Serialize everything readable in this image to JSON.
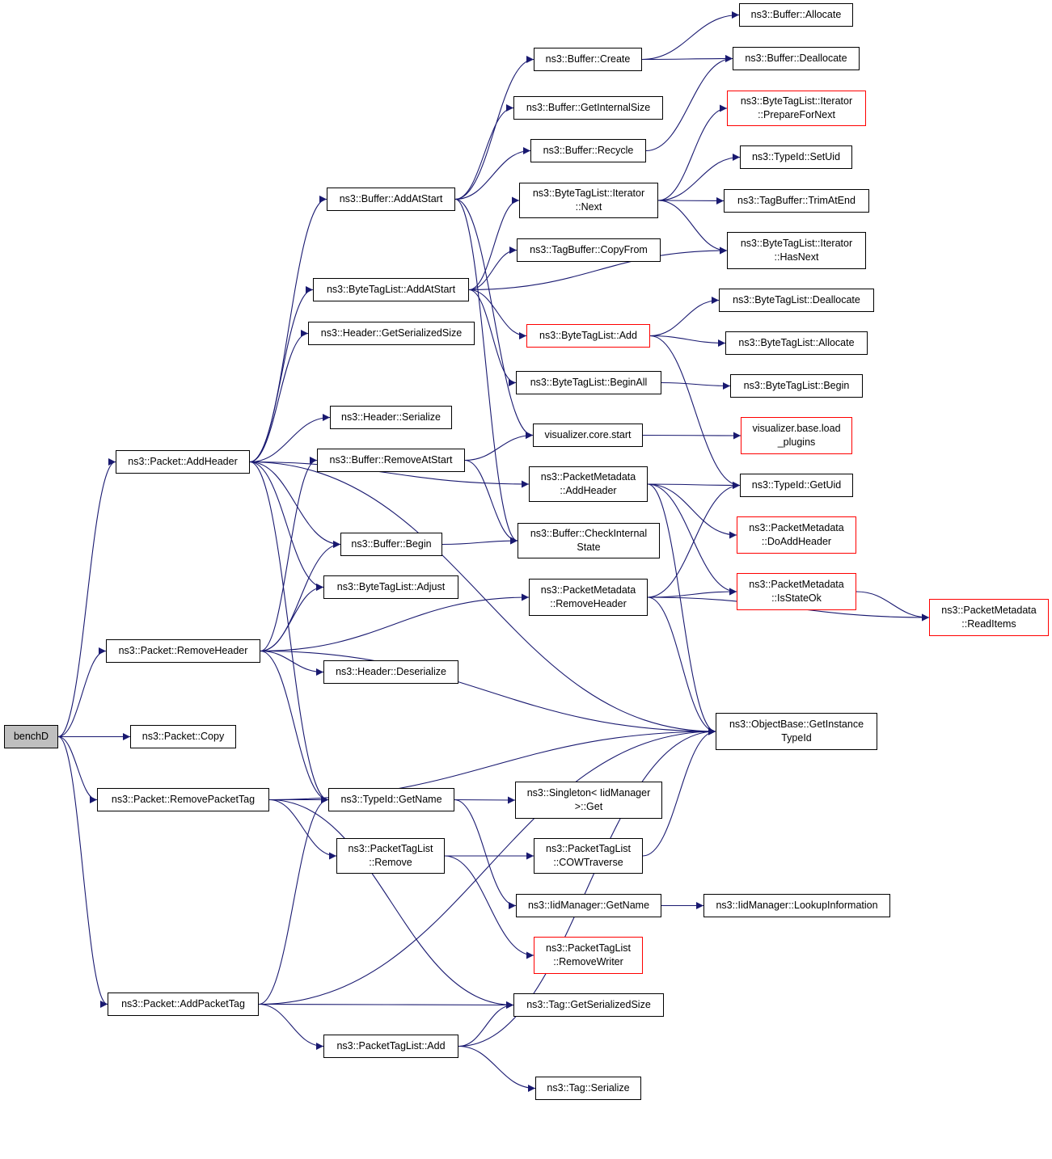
{
  "colors": {
    "edge": "#191970",
    "node_border": "#000000",
    "highlight_border": "#ff0000",
    "root_fill": "#bfbfbf"
  },
  "nodes": {
    "benchD": {
      "lines": [
        "benchD"
      ]
    },
    "addHeader": {
      "lines": [
        "ns3::Packet::AddHeader"
      ]
    },
    "removeHeader": {
      "lines": [
        "ns3::Packet::RemoveHeader"
      ]
    },
    "copy": {
      "lines": [
        "ns3::Packet::Copy"
      ]
    },
    "removePacketTag": {
      "lines": [
        "ns3::Packet::RemovePacketTag"
      ]
    },
    "addPacketTag": {
      "lines": [
        "ns3::Packet::AddPacketTag"
      ]
    },
    "bufAddAtStart": {
      "lines": [
        "ns3::Buffer::AddAtStart"
      ]
    },
    "btlAddAtStart": {
      "lines": [
        "ns3::ByteTagList::AddAtStart"
      ]
    },
    "hdrGetSerSize": {
      "lines": [
        "ns3::Header::GetSerializedSize"
      ]
    },
    "hdrSerialize": {
      "lines": [
        "ns3::Header::Serialize"
      ]
    },
    "bufRemoveAtStart": {
      "lines": [
        "ns3::Buffer::RemoveAtStart"
      ]
    },
    "bufBegin": {
      "lines": [
        "ns3::Buffer::Begin"
      ]
    },
    "btlAdjust": {
      "lines": [
        "ns3::ByteTagList::Adjust"
      ]
    },
    "hdrDeserialize": {
      "lines": [
        "ns3::Header::Deserialize"
      ]
    },
    "tidGetName": {
      "lines": [
        "ns3::TypeId::GetName"
      ]
    },
    "ptlRemove": {
      "lines": [
        "ns3::PacketTagList",
        "::Remove"
      ]
    },
    "ptlAdd": {
      "lines": [
        "ns3::PacketTagList::Add"
      ]
    },
    "bufCreate": {
      "lines": [
        "ns3::Buffer::Create"
      ]
    },
    "bufGetInternalSize": {
      "lines": [
        "ns3::Buffer::GetInternalSize"
      ]
    },
    "bufRecycle": {
      "lines": [
        "ns3::Buffer::Recycle"
      ]
    },
    "btlIterNext": {
      "lines": [
        "ns3::ByteTagList::Iterator",
        "::Next"
      ]
    },
    "tbCopyFrom": {
      "lines": [
        "ns3::TagBuffer::CopyFrom"
      ]
    },
    "btlAdd": {
      "lines": [
        "ns3::ByteTagList::Add"
      ]
    },
    "btlBeginAll": {
      "lines": [
        "ns3::ByteTagList::BeginAll"
      ]
    },
    "vizCoreStart": {
      "lines": [
        "visualizer.core.start"
      ]
    },
    "pmAddHeader": {
      "lines": [
        "ns3::PacketMetadata",
        "::AddHeader"
      ]
    },
    "bufCheckInternalState": {
      "lines": [
        "ns3::Buffer::CheckInternal",
        "State"
      ]
    },
    "pmRemoveHeader": {
      "lines": [
        "ns3::PacketMetadata",
        "::RemoveHeader"
      ]
    },
    "singletonGet": {
      "lines": [
        "ns3::Singleton< IidManager",
        ">::Get"
      ]
    },
    "ptlCOWTraverse": {
      "lines": [
        "ns3::PacketTagList",
        "::COWTraverse"
      ]
    },
    "iidGetName": {
      "lines": [
        "ns3::IidManager::GetName"
      ]
    },
    "ptlRemoveWriter": {
      "lines": [
        "ns3::PacketTagList",
        "::RemoveWriter"
      ]
    },
    "tagGetSerSize": {
      "lines": [
        "ns3::Tag::GetSerializedSize"
      ]
    },
    "tagSerialize": {
      "lines": [
        "ns3::Tag::Serialize"
      ]
    },
    "bufAllocate": {
      "lines": [
        "ns3::Buffer::Allocate"
      ]
    },
    "bufDeallocate": {
      "lines": [
        "ns3::Buffer::Deallocate"
      ]
    },
    "btlIterPrepare": {
      "lines": [
        "ns3::ByteTagList::Iterator",
        "::PrepareForNext"
      ]
    },
    "tidSetUid": {
      "lines": [
        "ns3::TypeId::SetUid"
      ]
    },
    "tbTrimAtEnd": {
      "lines": [
        "ns3::TagBuffer::TrimAtEnd"
      ]
    },
    "btlIterHasNext": {
      "lines": [
        "ns3::ByteTagList::Iterator",
        "::HasNext"
      ]
    },
    "btlDeallocate": {
      "lines": [
        "ns3::ByteTagList::Deallocate"
      ]
    },
    "btlAllocate": {
      "lines": [
        "ns3::ByteTagList::Allocate"
      ]
    },
    "btlBegin": {
      "lines": [
        "ns3::ByteTagList::Begin"
      ]
    },
    "vizBaseLoad": {
      "lines": [
        "visualizer.base.load",
        "_plugins"
      ]
    },
    "tidGetUid": {
      "lines": [
        "ns3::TypeId::GetUid"
      ]
    },
    "pmDoAddHeader": {
      "lines": [
        "ns3::PacketMetadata",
        "::DoAddHeader"
      ]
    },
    "pmIsStateOk": {
      "lines": [
        "ns3::PacketMetadata",
        "::IsStateOk"
      ]
    },
    "pmReadItems": {
      "lines": [
        "ns3::PacketMetadata",
        "::ReadItems"
      ]
    },
    "obGetInstanceTypeId": {
      "lines": [
        "ns3::ObjectBase::GetInstance",
        "TypeId"
      ]
    },
    "iidLookupInformation": {
      "lines": [
        "ns3::IidManager::LookupInformation"
      ]
    }
  },
  "edges": [
    [
      "benchD",
      "addHeader"
    ],
    [
      "benchD",
      "removeHeader"
    ],
    [
      "benchD",
      "copy"
    ],
    [
      "benchD",
      "removePacketTag"
    ],
    [
      "benchD",
      "addPacketTag"
    ],
    [
      "addHeader",
      "bufAddAtStart"
    ],
    [
      "addHeader",
      "btlAddAtStart"
    ],
    [
      "addHeader",
      "hdrGetSerSize"
    ],
    [
      "addHeader",
      "hdrSerialize"
    ],
    [
      "addHeader",
      "pmAddHeader"
    ],
    [
      "addHeader",
      "bufBegin"
    ],
    [
      "addHeader",
      "btlAdjust"
    ],
    [
      "addHeader",
      "tidGetName"
    ],
    [
      "addHeader",
      "obGetInstanceTypeId"
    ],
    [
      "removeHeader",
      "bufRemoveAtStart"
    ],
    [
      "removeHeader",
      "bufBegin"
    ],
    [
      "removeHeader",
      "btlAdjust"
    ],
    [
      "removeHeader",
      "pmRemoveHeader"
    ],
    [
      "removeHeader",
      "hdrDeserialize"
    ],
    [
      "removeHeader",
      "obGetInstanceTypeId"
    ],
    [
      "removeHeader",
      "tidGetName"
    ],
    [
      "removePacketTag",
      "obGetInstanceTypeId"
    ],
    [
      "removePacketTag",
      "tidGetName"
    ],
    [
      "removePacketTag",
      "ptlRemove"
    ],
    [
      "removePacketTag",
      "tagGetSerSize"
    ],
    [
      "addPacketTag",
      "tidGetName"
    ],
    [
      "addPacketTag",
      "tagGetSerSize"
    ],
    [
      "addPacketTag",
      "ptlAdd"
    ],
    [
      "addPacketTag",
      "obGetInstanceTypeId"
    ],
    [
      "bufAddAtStart",
      "bufCreate"
    ],
    [
      "bufAddAtStart",
      "bufGetInternalSize"
    ],
    [
      "bufAddAtStart",
      "bufRecycle"
    ],
    [
      "bufAddAtStart",
      "vizCoreStart"
    ],
    [
      "bufAddAtStart",
      "bufCheckInternalState"
    ],
    [
      "bufCreate",
      "bufAllocate"
    ],
    [
      "bufCreate",
      "bufDeallocate"
    ],
    [
      "bufRecycle",
      "bufDeallocate"
    ],
    [
      "btlAddAtStart",
      "btlIterNext"
    ],
    [
      "btlAddAtStart",
      "tbCopyFrom"
    ],
    [
      "btlAddAtStart",
      "btlIterHasNext"
    ],
    [
      "btlAddAtStart",
      "btlAdd"
    ],
    [
      "btlAddAtStart",
      "btlBeginAll"
    ],
    [
      "btlIterNext",
      "btlIterPrepare"
    ],
    [
      "btlIterNext",
      "tidSetUid"
    ],
    [
      "btlIterNext",
      "tbTrimAtEnd"
    ],
    [
      "btlIterNext",
      "btlIterHasNext"
    ],
    [
      "btlAdd",
      "btlDeallocate"
    ],
    [
      "btlAdd",
      "btlAllocate"
    ],
    [
      "btlAdd",
      "tidGetUid"
    ],
    [
      "btlBeginAll",
      "btlBegin"
    ],
    [
      "vizCoreStart",
      "vizBaseLoad"
    ],
    [
      "bufRemoveAtStart",
      "vizCoreStart"
    ],
    [
      "bufRemoveAtStart",
      "bufCheckInternalState"
    ],
    [
      "bufBegin",
      "bufCheckInternalState"
    ],
    [
      "pmAddHeader",
      "tidGetUid"
    ],
    [
      "pmAddHeader",
      "pmDoAddHeader"
    ],
    [
      "pmAddHeader",
      "pmIsStateOk"
    ],
    [
      "pmAddHeader",
      "obGetInstanceTypeId"
    ],
    [
      "pmRemoveHeader",
      "tidGetUid"
    ],
    [
      "pmRemoveHeader",
      "pmIsStateOk"
    ],
    [
      "pmRemoveHeader",
      "pmReadItems"
    ],
    [
      "pmRemoveHeader",
      "obGetInstanceTypeId"
    ],
    [
      "pmIsStateOk",
      "pmReadItems"
    ],
    [
      "tidGetName",
      "singletonGet"
    ],
    [
      "tidGetName",
      "iidGetName"
    ],
    [
      "iidGetName",
      "iidLookupInformation"
    ],
    [
      "ptlRemove",
      "ptlCOWTraverse"
    ],
    [
      "ptlRemove",
      "ptlRemoveWriter"
    ],
    [
      "ptlCOWTraverse",
      "obGetInstanceTypeId"
    ],
    [
      "ptlAdd",
      "tagGetSerSize"
    ],
    [
      "ptlAdd",
      "tagSerialize"
    ],
    [
      "ptlAdd",
      "obGetInstanceTypeId"
    ]
  ]
}
